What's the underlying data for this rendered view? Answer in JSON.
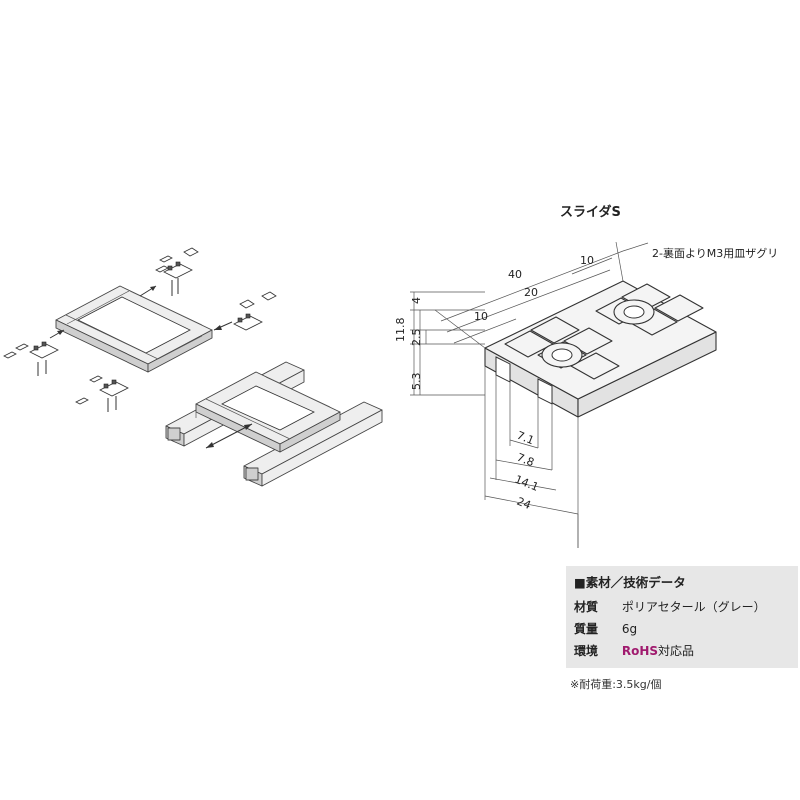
{
  "drawing": {
    "title": "スライダS",
    "hole_callout": "2-裏面よりM3用皿ザグリ",
    "dims_top": [
      "40",
      "10",
      "20",
      "10"
    ],
    "dims_left": [
      "4",
      "11.8",
      "2.5",
      "5.3"
    ],
    "dims_bottom": [
      "7.1",
      "7.8",
      "14.1",
      "24"
    ]
  },
  "spec": {
    "heading": "■素材／技術データ",
    "rows": [
      {
        "label": "材質",
        "value": "ポリアセタール（グレー）",
        "value_suffix": ""
      },
      {
        "label": "質量",
        "value": "6g",
        "value_suffix": ""
      },
      {
        "label": "環境",
        "value": "RoHS",
        "value_suffix": "対応品"
      }
    ],
    "note": "※耐荷重:3.5kg/個"
  },
  "colors": {
    "rohs": "#a01a6e",
    "spec_background": "#e7e7e7"
  }
}
